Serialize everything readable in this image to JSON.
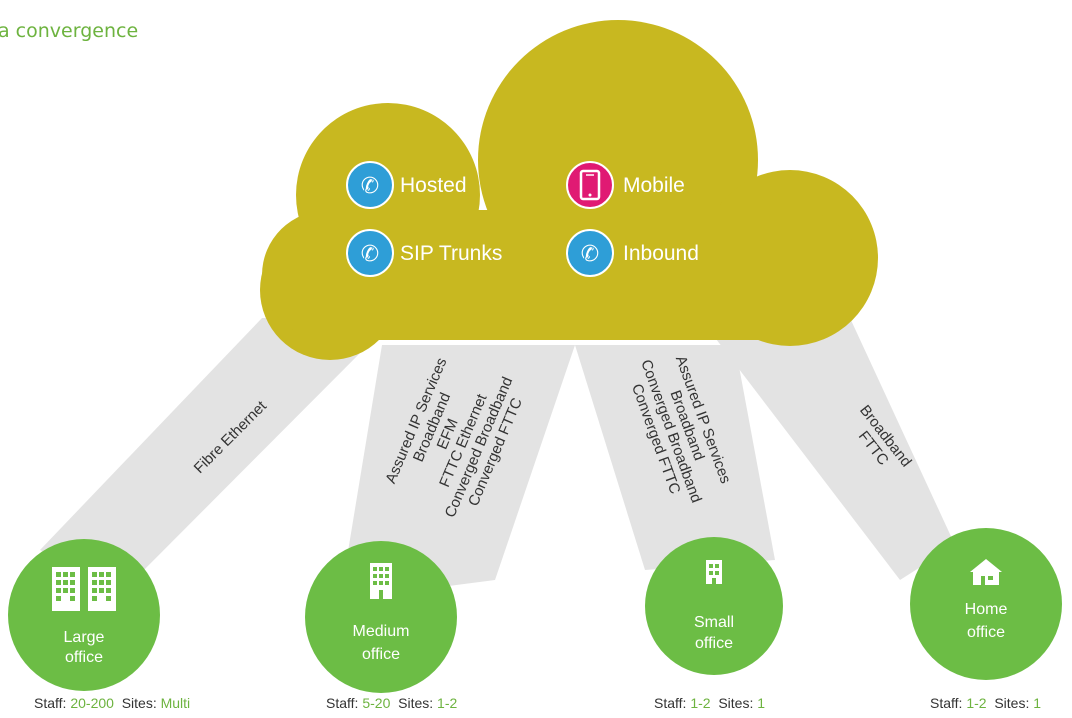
{
  "page_title": "a convergence",
  "colors": {
    "cloud": "#c8b820",
    "beam": "#e3e3e3",
    "office_green": "#6cbd45",
    "icon_blue": "#2e9ed7",
    "icon_pink": "#e01a73",
    "text_green": "#6db33f"
  },
  "services": [
    {
      "label": "Hosted",
      "icon": "phone-icon"
    },
    {
      "label": "Mobile",
      "icon": "mobile-phone-icon"
    },
    {
      "label": "SIP Trunks",
      "icon": "phone-icon"
    },
    {
      "label": "Inbound",
      "icon": "phone-icon"
    }
  ],
  "connections": {
    "large": [
      "Fibre Ethernet"
    ],
    "medium": [
      "Assured IP Services",
      "Broadband",
      "EFM",
      "FTTC Ethernet",
      "Converged Broadband",
      "Converged  FTTC"
    ],
    "small": [
      "Assured IP Services",
      "Broadband",
      "Converged Broadband",
      "Converged  FTTC"
    ],
    "home": [
      "Broadband",
      "FTTC"
    ]
  },
  "offices": [
    {
      "line1": "Large",
      "line2": "office",
      "icon": "office-buildings-icon",
      "staff_label": "Staff:",
      "staff": "20-200",
      "sites_label": "Sites:",
      "sites": "Multi"
    },
    {
      "line1": "Medium",
      "line2": "office",
      "icon": "office-building-icon",
      "staff_label": "Staff:",
      "staff": "5-20",
      "sites_label": "Sites:",
      "sites": "1-2"
    },
    {
      "line1": "Small",
      "line2": "office",
      "icon": "small-building-icon",
      "staff_label": "Staff:",
      "staff": "1-2",
      "sites_label": "Sites:",
      "sites": "1"
    },
    {
      "line1": "Home",
      "line2": "office",
      "icon": "house-icon",
      "staff_label": "Staff:",
      "staff": "1-2",
      "sites_label": "Sites:",
      "sites": "1"
    }
  ]
}
